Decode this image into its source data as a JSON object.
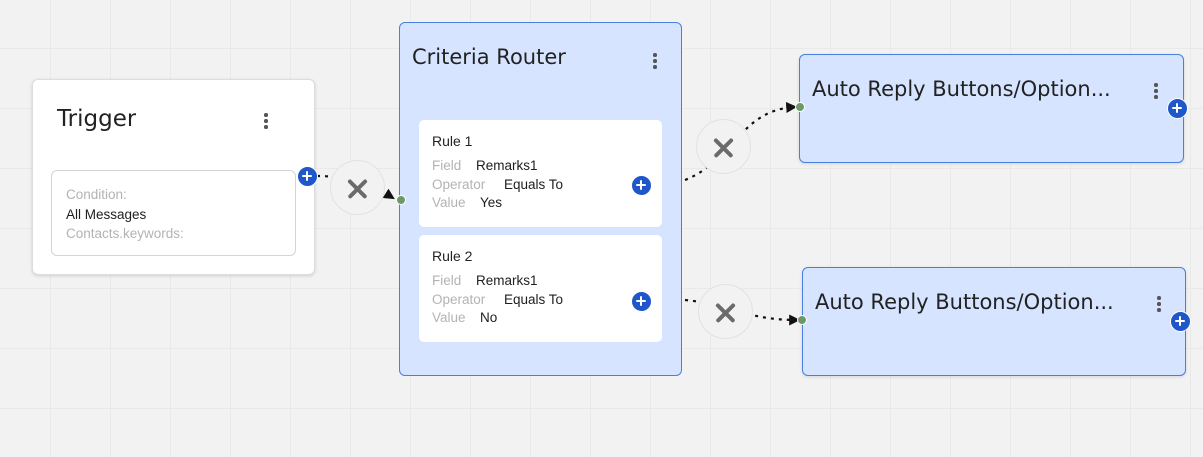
{
  "trigger": {
    "title": "Trigger",
    "condition_label": "Condition:",
    "condition_value": "All Messages",
    "keywords_label": "Contacts.keywords:"
  },
  "router": {
    "title": "Criteria Router",
    "rules": [
      {
        "title": "Rule 1",
        "field_label": "Field",
        "field_value": "Remarks1",
        "operator_label": "Operator",
        "operator_value": "Equals To",
        "value_label": "Value",
        "value_value": "Yes"
      },
      {
        "title": "Rule 2",
        "field_label": "Field",
        "field_value": "Remarks1",
        "operator_label": "Operator",
        "operator_value": "Equals To",
        "value_label": "Value",
        "value_value": "No"
      }
    ]
  },
  "auto_reply_nodes": [
    {
      "title": "Auto Reply Buttons/Option..."
    },
    {
      "title": "Auto Reply Buttons/Option..."
    }
  ],
  "icons": {
    "menu": "kebab-menu-icon",
    "add": "plus-circle-icon",
    "delete": "close-icon"
  },
  "colors": {
    "canvas": "#f2f2f2",
    "node_fill": "#d6e4ff",
    "node_border": "#4a7fe0",
    "add_button": "#1f56c9",
    "port": "#6a9a6a"
  }
}
